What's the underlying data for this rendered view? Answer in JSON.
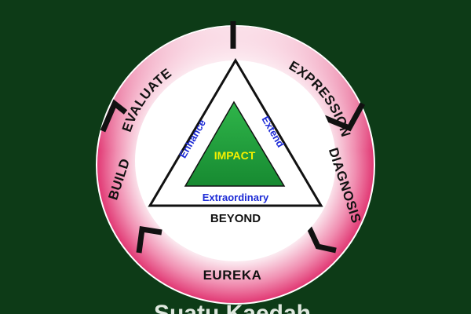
{
  "diagram": {
    "ring_stages": [
      {
        "label": "EXPRESSION"
      },
      {
        "label": "DIAGNOSIS"
      },
      {
        "label": "EUREKA"
      },
      {
        "label": "BUILD"
      },
      {
        "label": "EVALUATE"
      }
    ],
    "outer_triangle": {
      "label": "BEYOND"
    },
    "inner_triangle": {
      "label": "IMPACT",
      "left_side": "Enhance",
      "right_side": "Extend",
      "bottom_side": "Extraordinary"
    },
    "caption": "Suatu Kaedah"
  },
  "colors": {
    "background": "#0d3b17",
    "ring_pink": "#e0326f",
    "ring_light": "#fbe7ee",
    "outline": "#111111",
    "inner_green": "#1f9a3a",
    "impact_text": "#f4f000",
    "side_text": "#1d2bd6"
  }
}
